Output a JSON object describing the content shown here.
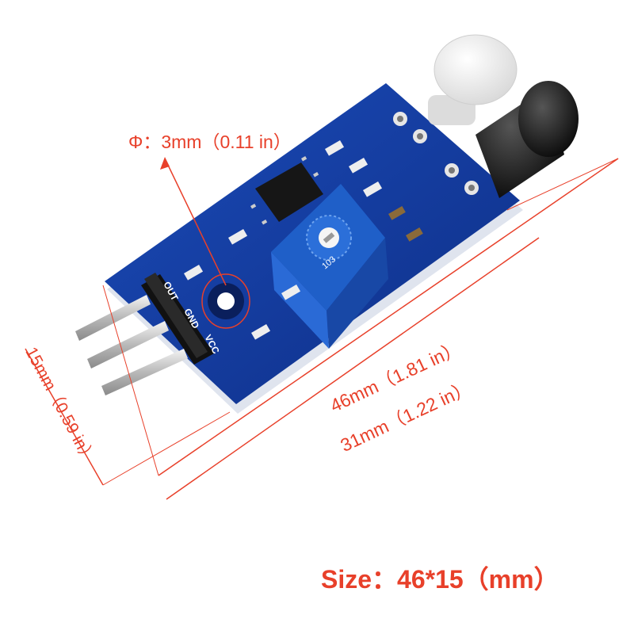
{
  "dimensions": {
    "hole_diameter": "Φ：3mm（0.11 in）",
    "board_length": "46mm（1.81 in）",
    "pcb_length": "31mm（1.22 in）",
    "board_width": "15mm（0.59 in）"
  },
  "caption": {
    "size": "Size：46*15（mm）"
  },
  "board_silkscreen": {
    "pins": [
      "OUT",
      "GND",
      "VCC"
    ],
    "pot_code": "103"
  },
  "colors": {
    "dimension_red": "#e8402a",
    "pcb_blue": "#123a9c",
    "pot_blue": "#1f5fc8",
    "header_black": "#111111"
  }
}
